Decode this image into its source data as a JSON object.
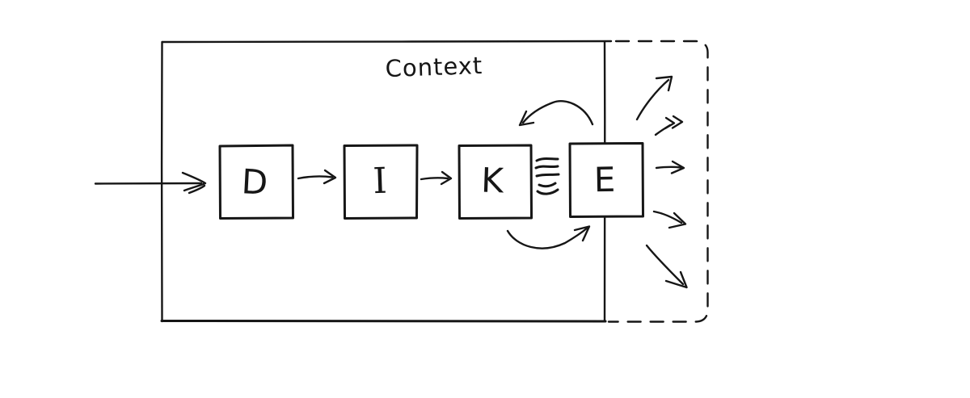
{
  "diagram": {
    "context_label": "Context",
    "boxes": [
      {
        "label": "D"
      },
      {
        "label": "I"
      },
      {
        "label": "K"
      },
      {
        "label": "E"
      }
    ],
    "edges": [
      {
        "from": "outside-left",
        "to": "D",
        "type": "straight-arrow"
      },
      {
        "from": "D",
        "to": "I",
        "type": "straight-arrow"
      },
      {
        "from": "I",
        "to": "K",
        "type": "straight-arrow"
      },
      {
        "from": "K",
        "to": "E",
        "type": "equivalence-marks",
        "mark_count": 5
      },
      {
        "from": "E",
        "to": "K",
        "type": "curved-arrow-above"
      },
      {
        "from": "K",
        "to": "E",
        "type": "curved-arrow-below"
      },
      {
        "from": "E",
        "to": "outside-right",
        "type": "fan-out-arrows",
        "arrow_count": 5
      }
    ],
    "regions": [
      {
        "name": "context",
        "border": "solid",
        "label": "Context"
      },
      {
        "name": "beyond-context",
        "border": "dashed",
        "label": ""
      }
    ],
    "colors": {
      "ink": "#161616",
      "background": "#ffffff"
    }
  }
}
